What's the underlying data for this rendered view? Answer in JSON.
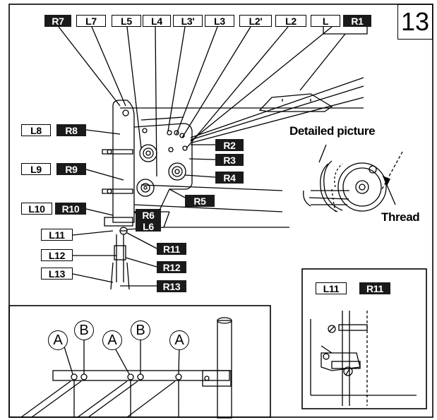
{
  "page_number": "13",
  "top_labels": [
    {
      "text": "R7",
      "style": "black"
    },
    {
      "text": "L7",
      "style": "white"
    },
    {
      "text": "L5",
      "style": "white"
    },
    {
      "text": "L4",
      "style": "white"
    },
    {
      "text": "L3'",
      "style": "white"
    },
    {
      "text": "L3",
      "style": "white"
    },
    {
      "text": "L2'",
      "style": "white"
    },
    {
      "text": "L2",
      "style": "white"
    },
    {
      "text": "L",
      "style": "white"
    },
    {
      "text": "R1",
      "style": "black"
    }
  ],
  "left_labels": [
    {
      "text": "L8",
      "style": "white"
    },
    {
      "text": "R8",
      "style": "black"
    },
    {
      "text": "L9",
      "style": "white"
    },
    {
      "text": "R9",
      "style": "black"
    },
    {
      "text": "L10",
      "style": "white"
    },
    {
      "text": "R10",
      "style": "black"
    },
    {
      "text": "L11",
      "style": "white"
    },
    {
      "text": "L12",
      "style": "white"
    },
    {
      "text": "L13",
      "style": "white"
    }
  ],
  "right_labels": [
    {
      "text": "R2",
      "style": "black"
    },
    {
      "text": "R3",
      "style": "black"
    },
    {
      "text": "R4",
      "style": "black"
    },
    {
      "text": "R5",
      "style": "black"
    },
    {
      "text": "R6",
      "style": "black"
    },
    {
      "text": "L6",
      "style": "black"
    },
    {
      "text": "R11",
      "style": "black"
    },
    {
      "text": "R12",
      "style": "black"
    },
    {
      "text": "R13",
      "style": "black"
    }
  ],
  "detail": {
    "title": "Detailed picture",
    "thread_label": "Thread"
  },
  "inset": {
    "left_label": "L11",
    "right_label": "R11"
  },
  "bottom_markers": [
    "A",
    "B",
    "A",
    "B",
    "A"
  ]
}
